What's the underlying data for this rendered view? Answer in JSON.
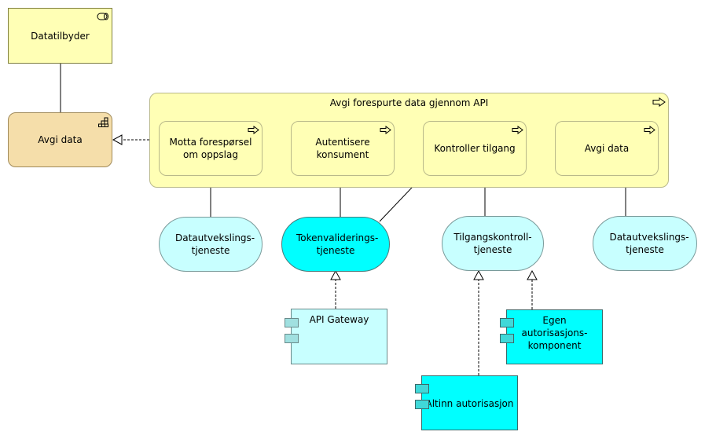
{
  "nodes": {
    "datatilbyder": "Datatilbyder",
    "avgi_data_function": "Avgi data",
    "process_main": "Avgi forespurte data gjennom API",
    "step_receive": "Motta  forespørsel om oppslag",
    "step_authenticate": "Autentisere konsument",
    "step_control": "Kontroller tilgang",
    "step_deliver": "Avgi data",
    "service_dataexchange_left": "Datautvekslings-tjeneste",
    "service_token": "Tokenvaliderings-tjeneste",
    "service_access": "Tilgangskontroll-tjeneste",
    "service_dataexchange_right": "Datautvekslings-tjeneste",
    "component_api_gateway": "API Gateway",
    "component_own_auth": "Egen autorisasjons-komponent",
    "component_altinn": "Altinn autorisasjon"
  },
  "icons": {
    "actor": "role-icon",
    "function": "function-icon",
    "process": "process-arrow-icon",
    "component": "component-icon"
  },
  "colors": {
    "business_yellow": "#ffffb5",
    "business_function": "#f5deaa",
    "app_service": "#c8ffff",
    "app_active": "#00ffff"
  }
}
